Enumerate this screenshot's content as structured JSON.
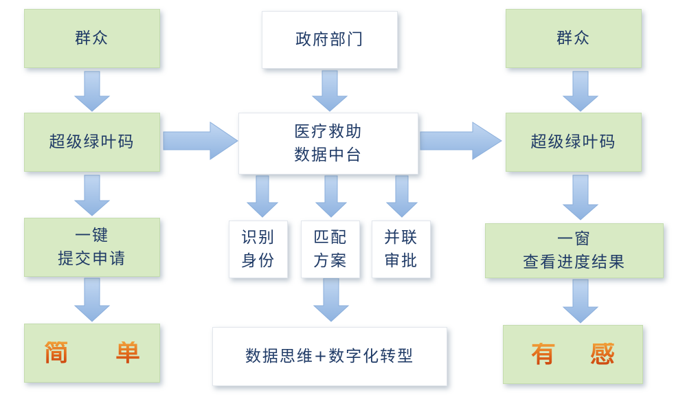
{
  "left_column": {
    "top": "群众",
    "code": "超级绿叶码",
    "apply_line1": "一键",
    "apply_line2": "提交申请",
    "result_char1": "简",
    "result_char2": "单"
  },
  "center_column": {
    "top": "政府部门",
    "platform_line1": "医疗救助",
    "platform_line2": "数据中台",
    "step1_line1": "识别",
    "step1_line2": "身份",
    "step2_line1": "匹配",
    "step2_line2": "方案",
    "step3_line1": "并联",
    "step3_line2": "审批",
    "bottom": "数据思维+数字化转型"
  },
  "right_column": {
    "top": "群众",
    "code": "超级绿叶码",
    "window_line1": "一窗",
    "window_line2": "查看进度结果",
    "result_char1": "有",
    "result_char2": "感"
  },
  "colors": {
    "green_box": "#d8eac4",
    "white_box": "#ffffff",
    "arrow_fill": "#a9c6ea",
    "text": "#1f3a66",
    "highlight_text": "#e0661a"
  }
}
